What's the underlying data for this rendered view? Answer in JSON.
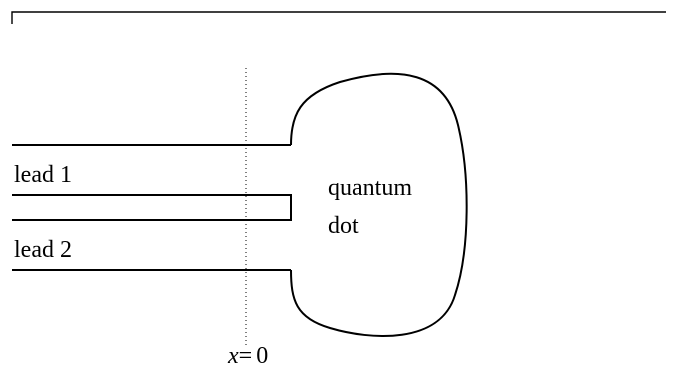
{
  "labels": {
    "lead1": "lead 1",
    "lead2": "lead 2",
    "dot_line1": "quantum",
    "dot_line2": "dot",
    "x_var": "x",
    "x_eq": "=",
    "x_val": "0"
  }
}
